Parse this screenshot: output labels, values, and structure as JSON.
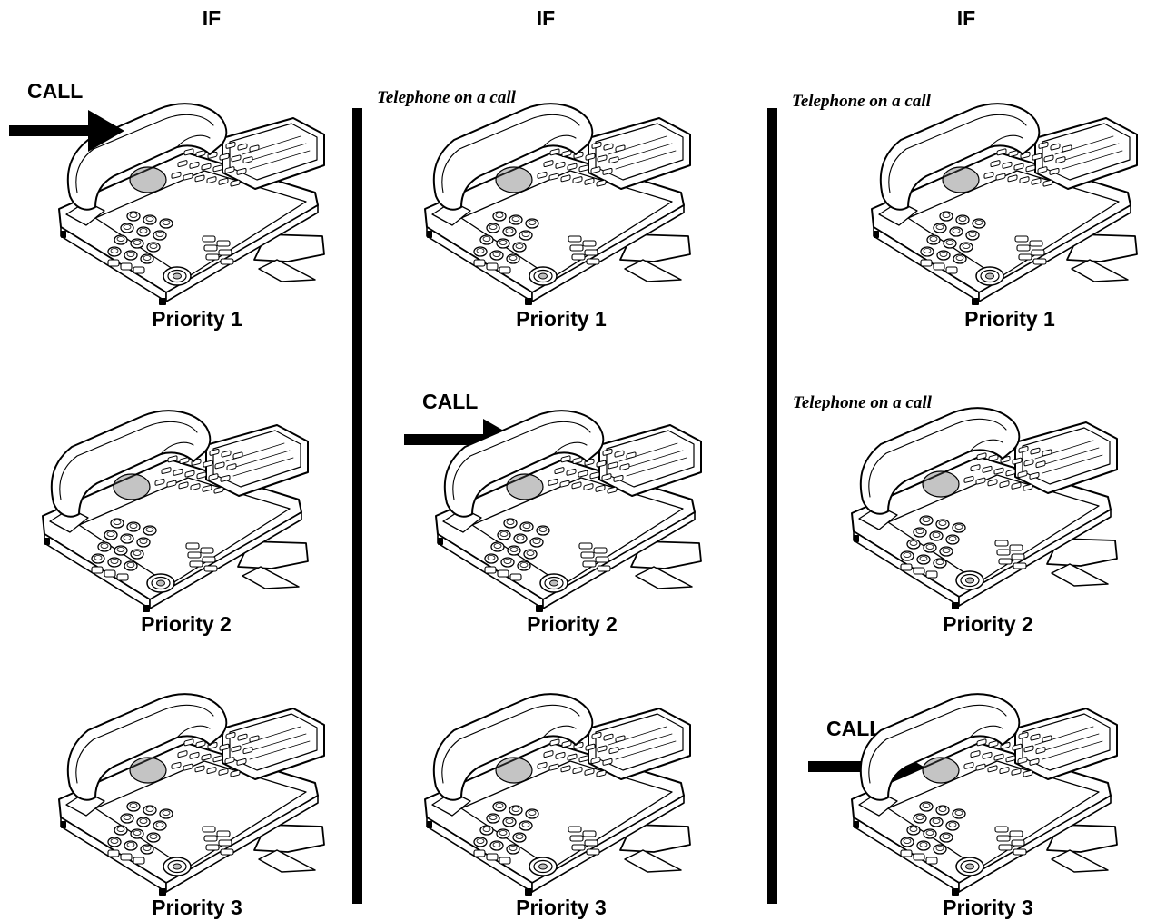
{
  "columns": [
    {
      "heading": "IF",
      "phones": [
        {
          "caption": "Priority 1",
          "status": "",
          "incoming_call": true
        },
        {
          "caption": "Priority 2",
          "status": "",
          "incoming_call": false
        },
        {
          "caption": "Priority 3",
          "status": "",
          "incoming_call": false
        }
      ]
    },
    {
      "heading": "IF",
      "phones": [
        {
          "caption": "Priority 1",
          "status": "Telephone on a call",
          "incoming_call": false
        },
        {
          "caption": "Priority 2",
          "status": "",
          "incoming_call": true
        },
        {
          "caption": "Priority 3",
          "status": "",
          "incoming_call": false
        }
      ]
    },
    {
      "heading": "IF",
      "phones": [
        {
          "caption": "Priority 1",
          "status": "Telephone on a call",
          "incoming_call": false
        },
        {
          "caption": "Priority 2",
          "status": "Telephone on a call",
          "incoming_call": false
        },
        {
          "caption": "Priority 3",
          "status": "",
          "incoming_call": true
        }
      ]
    }
  ],
  "call_label": "CALL",
  "colors": {
    "ink": "#000000",
    "background": "#ffffff",
    "speaker": "#555555"
  },
  "icons": {
    "phone": "desk-telephone-icon",
    "arrow": "call-arrow-icon"
  }
}
